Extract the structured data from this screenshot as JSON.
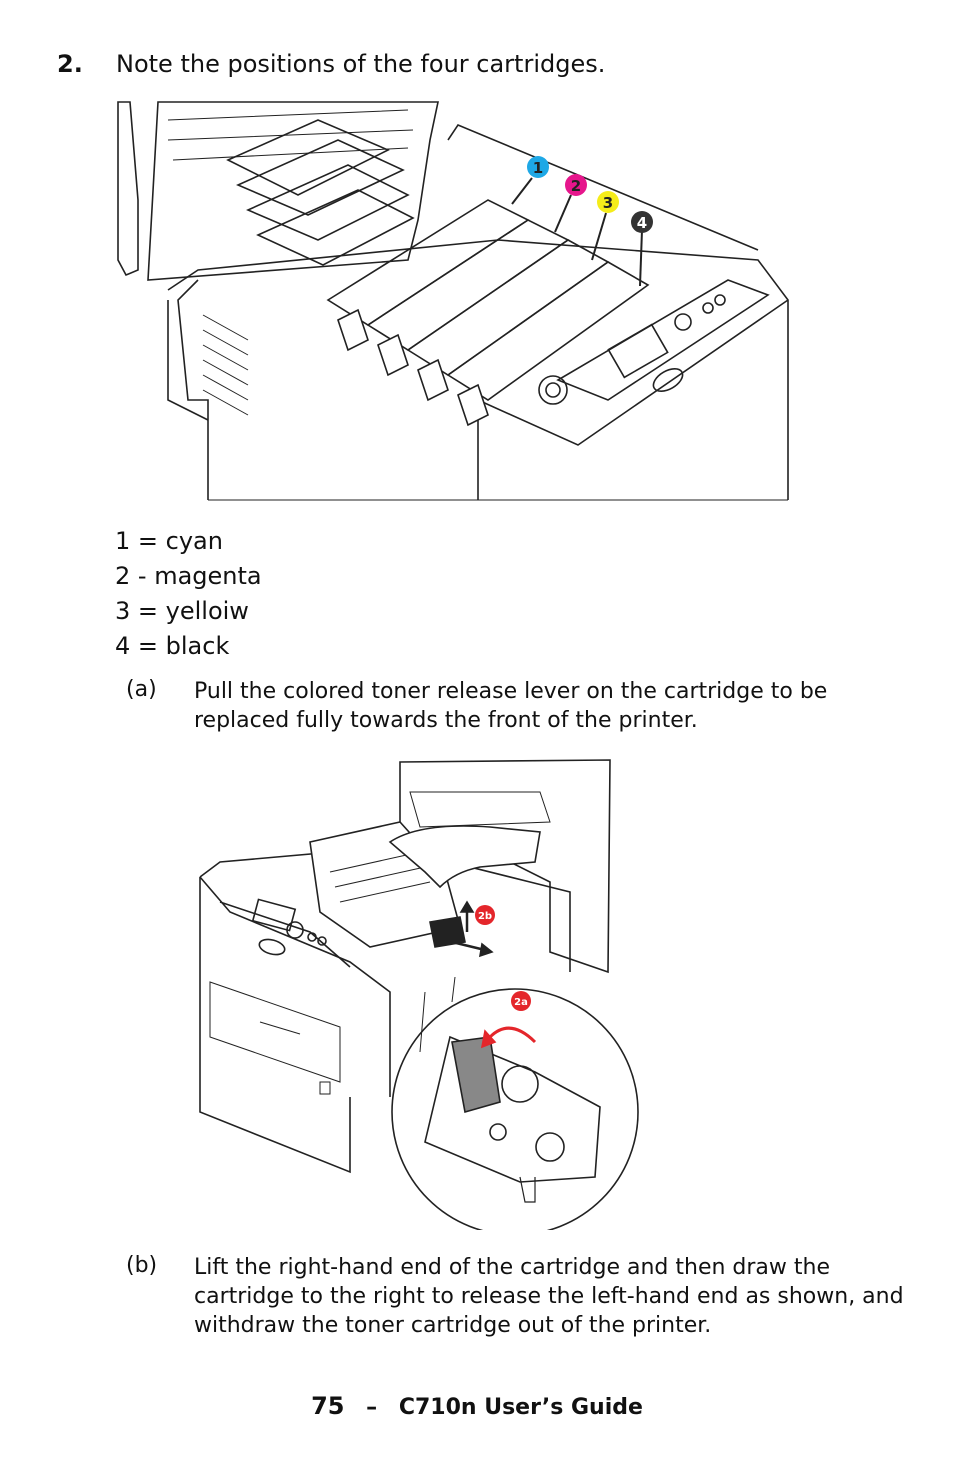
{
  "step": {
    "number": "2.",
    "text": "Note the positions of the four cartridges."
  },
  "figure1": {
    "badges": [
      {
        "label": "1",
        "color": "#1ea8e6"
      },
      {
        "label": "2",
        "color": "#e6168c"
      },
      {
        "label": "3",
        "color": "#f5ec1a"
      },
      {
        "label": "4",
        "color": "#333333"
      }
    ]
  },
  "legend": [
    "1 = cyan",
    "2 - magenta",
    "3 = yelloiw",
    "4 = black"
  ],
  "substep_a": {
    "label": "(a)",
    "text": "Pull the colored toner release lever on the cartridge to be replaced fully towards the front of the printer."
  },
  "figure2": {
    "callout_2b": "2b",
    "callout_2a": "2a",
    "callout_color": "#e4262b"
  },
  "substep_b": {
    "label": "(b)",
    "text": "Lift the right-hand end of the cartridge and then draw the cartridge to the right to release the left-hand end as shown, and withdraw the toner cartridge out of the printer."
  },
  "footer": {
    "page_number": "75",
    "separator": "–",
    "guide_title": "C710n User’s Guide"
  }
}
